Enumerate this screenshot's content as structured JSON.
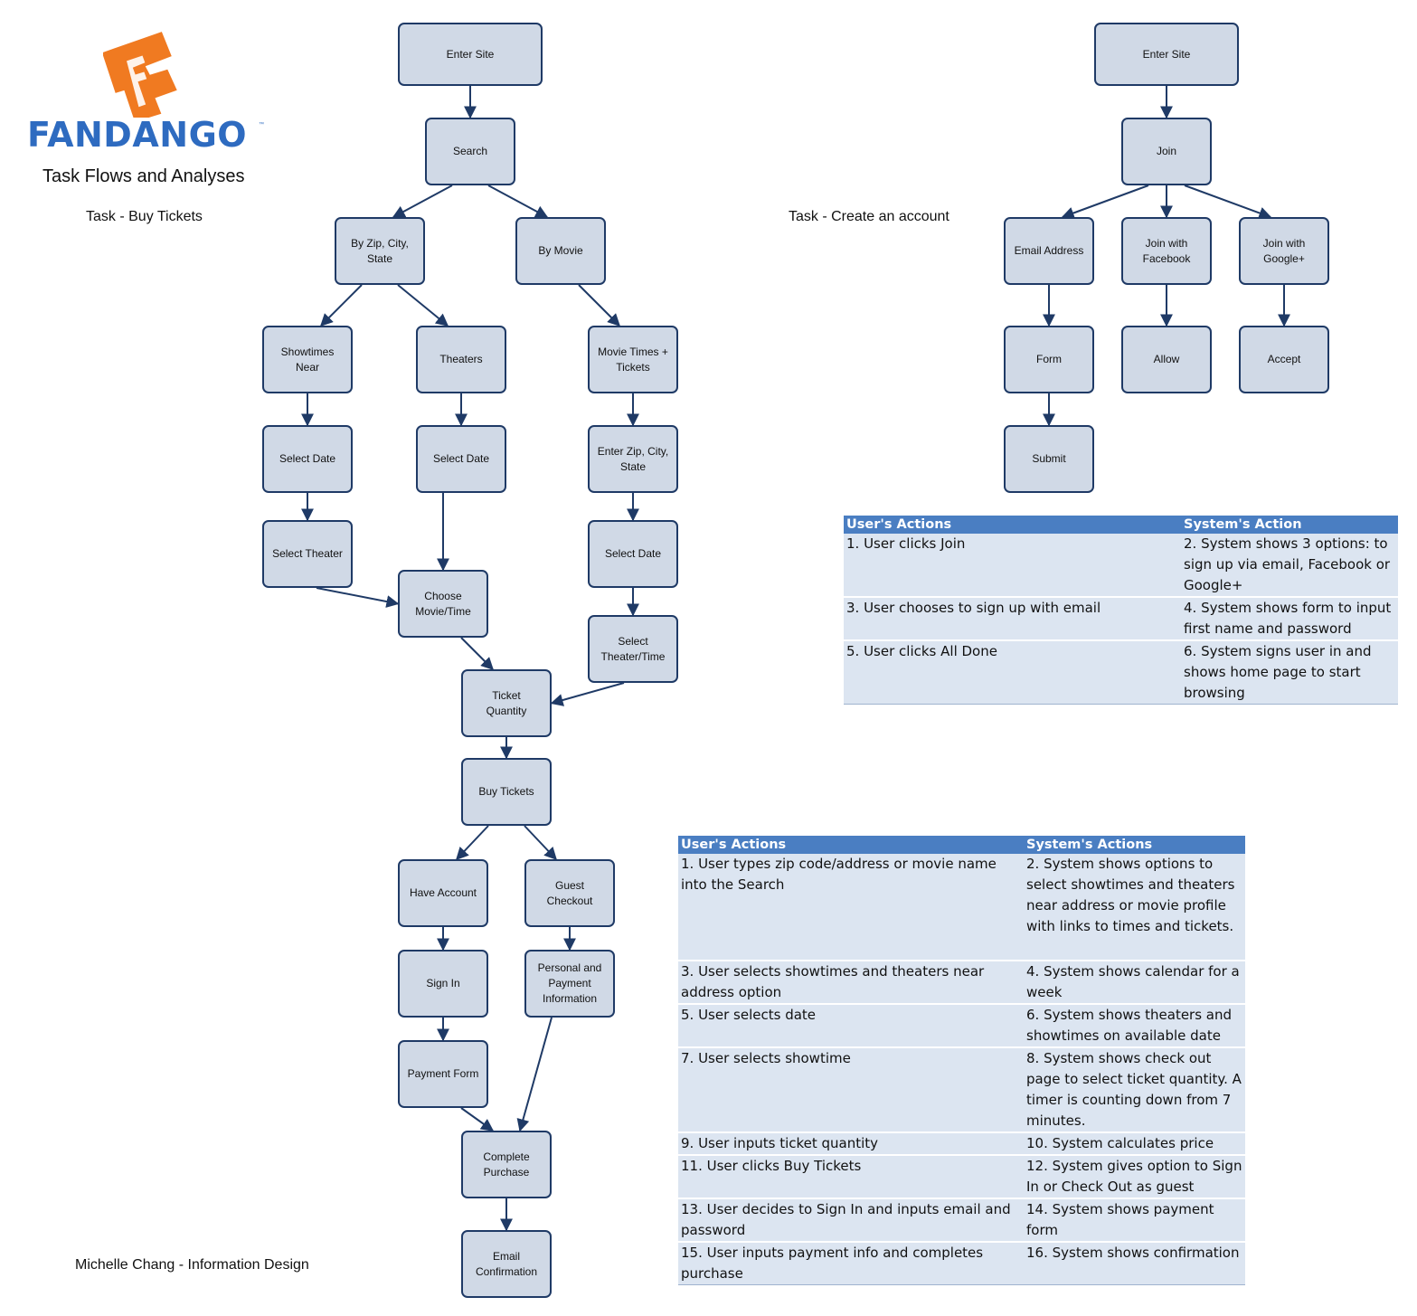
{
  "header": {
    "brand": "FANDANGO",
    "subtitle": "Task Flows and Analyses"
  },
  "colors": {
    "brand_orange": "#f07a21",
    "brand_blue": "#2e6bc0",
    "node_fill": "#d0d9e6",
    "node_border": "#1f3a66",
    "table_header": "#4a7ec2",
    "table_row": "#dce5f1"
  },
  "flows": {
    "buy_tickets": {
      "title": "Task - Buy Tickets",
      "nodes": {
        "enter_site": "Enter Site",
        "search": "Search",
        "by_zip": "By Zip, City,\nState",
        "by_movie": "By Movie",
        "showtimes_near": "Showtimes\nNear",
        "theaters": "Theaters",
        "movie_times_tickets": "Movie Times +\nTickets",
        "select_date_1": "Select Date",
        "select_date_2": "Select Date",
        "enter_zip": "Enter Zip, City,\nState",
        "select_theater": "Select Theater",
        "select_date_3": "Select Date",
        "choose_movie_time": "Choose\nMovie/Time",
        "select_theater_time": "Select\nTheater/Time",
        "ticket_quantity": "Ticket\nQuantity",
        "buy_tickets": "Buy Tickets",
        "have_account": "Have Account",
        "guest_checkout": "Guest\nCheckout",
        "sign_in": "Sign In",
        "personal_payment": "Personal and\nPayment\nInformation",
        "payment_form": "Payment Form",
        "complete_purchase": "Complete\nPurchase",
        "email_confirmation": "Email\nConfirmation"
      },
      "edges": [
        [
          "enter_site",
          "search"
        ],
        [
          "search",
          "by_zip"
        ],
        [
          "search",
          "by_movie"
        ],
        [
          "by_zip",
          "showtimes_near"
        ],
        [
          "by_zip",
          "theaters"
        ],
        [
          "by_movie",
          "movie_times_tickets"
        ],
        [
          "showtimes_near",
          "select_date_1"
        ],
        [
          "theaters",
          "select_date_2"
        ],
        [
          "movie_times_tickets",
          "enter_zip"
        ],
        [
          "select_date_1",
          "select_theater"
        ],
        [
          "select_date_2",
          "choose_movie_time"
        ],
        [
          "enter_zip",
          "select_date_3"
        ],
        [
          "select_theater",
          "choose_movie_time"
        ],
        [
          "select_date_3",
          "select_theater_time"
        ],
        [
          "choose_movie_time",
          "ticket_quantity"
        ],
        [
          "select_theater_time",
          "ticket_quantity"
        ],
        [
          "ticket_quantity",
          "buy_tickets"
        ],
        [
          "buy_tickets",
          "have_account"
        ],
        [
          "buy_tickets",
          "guest_checkout"
        ],
        [
          "have_account",
          "sign_in"
        ],
        [
          "guest_checkout",
          "personal_payment"
        ],
        [
          "sign_in",
          "payment_form"
        ],
        [
          "payment_form",
          "complete_purchase"
        ],
        [
          "personal_payment",
          "complete_purchase"
        ],
        [
          "complete_purchase",
          "email_confirmation"
        ]
      ]
    },
    "create_account": {
      "title": "Task - Create an account",
      "nodes": {
        "enter_site": "Enter Site",
        "join": "Join",
        "email_address": "Email Address",
        "join_facebook": "Join with\nFacebook",
        "join_google": "Join with\nGoogle+",
        "form": "Form",
        "allow": "Allow",
        "accept": "Accept",
        "submit": "Submit"
      },
      "edges": [
        [
          "enter_site",
          "join"
        ],
        [
          "join",
          "email_address"
        ],
        [
          "join",
          "join_facebook"
        ],
        [
          "join",
          "join_google"
        ],
        [
          "email_address",
          "form"
        ],
        [
          "join_facebook",
          "allow"
        ],
        [
          "join_google",
          "accept"
        ],
        [
          "form",
          "submit"
        ]
      ]
    }
  },
  "tables": {
    "create_account": {
      "headers": [
        "User's Actions",
        "System's Action"
      ],
      "rows": [
        [
          "1. User clicks Join",
          "2. System shows 3 options: to sign up via email, Facebook or Google+"
        ],
        [
          "3. User chooses to sign up with email",
          "4. System shows form to input first name and password"
        ],
        [
          "5. User clicks All Done",
          "6. System signs user in and shows home page to start browsing"
        ]
      ]
    },
    "buy_tickets": {
      "headers": [
        "User's Actions",
        "System's Actions"
      ],
      "rows": [
        [
          "1. User types zip code/address or movie name into the Search",
          "2. System shows options to select showtimes and theaters near address or movie profile with links to times and tickets."
        ],
        [
          "3. User selects showtimes and theaters near address option",
          "4. System shows calendar for a week"
        ],
        [
          "5. User selects date",
          "6. System shows theaters and showtimes on available date"
        ],
        [
          "7. User selects showtime",
          "8. System shows check out page to select ticket quantity. A timer is counting down from 7 minutes."
        ],
        [
          "9. User inputs ticket quantity",
          "10. System calculates price"
        ],
        [
          "11. User clicks Buy Tickets",
          "12. System gives option to Sign In or Check Out as guest"
        ],
        [
          "13. User decides to Sign In and inputs email and password",
          "14. System shows payment form"
        ],
        [
          "15. User inputs payment info and completes purchase",
          "16. System shows confirmation"
        ]
      ]
    }
  },
  "footer": {
    "credit": "Michelle Chang - Information Design"
  }
}
